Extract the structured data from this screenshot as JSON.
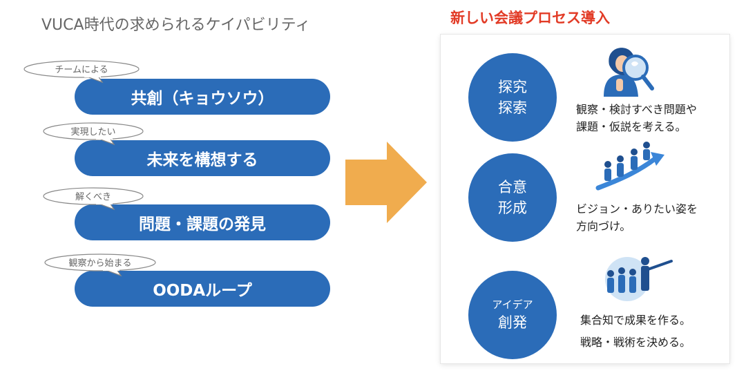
{
  "left": {
    "title": "VUCA時代の求められるケイパビリティ",
    "items": [
      {
        "tag": "チームによる",
        "label": "共創（キョウソウ）"
      },
      {
        "tag": "実現したい",
        "label": "未来を構想する"
      },
      {
        "tag": "解くべき",
        "label": "問題・課題の発見"
      },
      {
        "tag": "観察から始まる",
        "label": "OODAループ"
      }
    ]
  },
  "right": {
    "title": "新しい会議プロセス導入",
    "steps": [
      {
        "line1": "探究",
        "line2": "探索",
        "desc1": "観察・検討すべき問題や",
        "desc2": "課題・仮説を考える。"
      },
      {
        "line1": "合意",
        "line2": "形成",
        "desc1": "ビジョン・ありたい姿を",
        "desc2": "方向づけ。"
      },
      {
        "line1": "アイデア",
        "line2": "創発",
        "desc1": "集合知で成果を作る。",
        "desc2": "戦略・戦術を決める。"
      }
    ]
  },
  "colors": {
    "primary_blue": "#2b6cb8",
    "arrow_orange": "#f0ac4e",
    "title_red": "#e23b26",
    "gray_text": "#666666"
  },
  "icons": [
    "magnifier-person-icon",
    "climbing-team-icon",
    "presenting-team-icon"
  ]
}
